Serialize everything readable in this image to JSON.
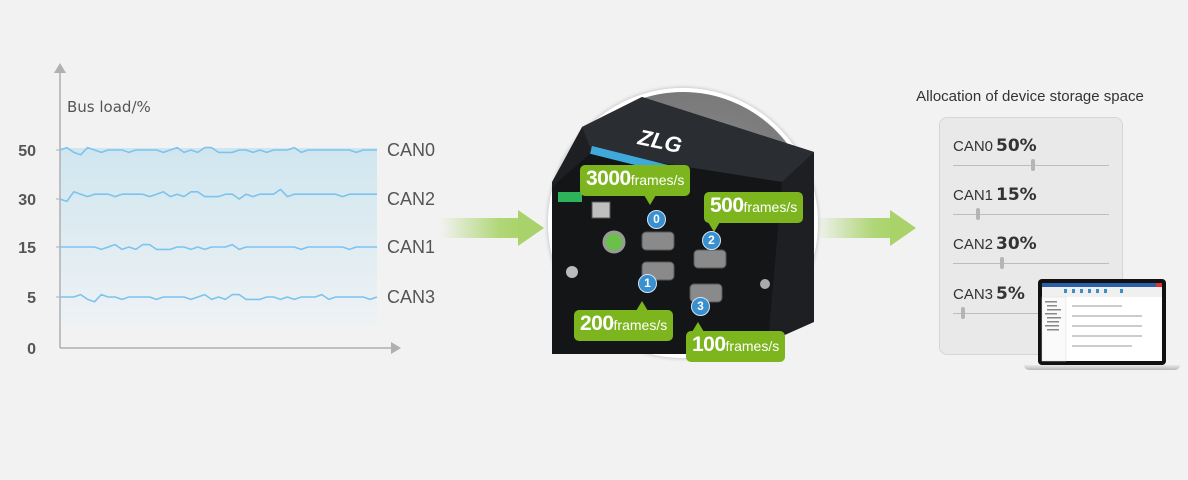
{
  "chart_data": {
    "type": "line",
    "title": "",
    "ylabel": "Bus load/%",
    "xlabel": "",
    "y_tick_labels": [
      "50",
      "30",
      "15",
      "5",
      "0"
    ],
    "ylim": [
      0,
      55
    ],
    "grid": false,
    "series": [
      {
        "name": "CAN0",
        "level": 50,
        "color": "#7cc3f0",
        "values": [
          50,
          51,
          49,
          48,
          51,
          50,
          49,
          50,
          50,
          50,
          49,
          50,
          50,
          50,
          50,
          49,
          50,
          51,
          49,
          50,
          49,
          51,
          51,
          49,
          49,
          49,
          50,
          50,
          49,
          50,
          49,
          50,
          50,
          50,
          51,
          49,
          50,
          50,
          50,
          50,
          50,
          50,
          50,
          49,
          50,
          50,
          50
        ]
      },
      {
        "name": "CAN2",
        "level": 30,
        "color": "#7cc3f0",
        "values": [
          30,
          29,
          33,
          32,
          31,
          32,
          32,
          32,
          31,
          32,
          32,
          32,
          32,
          31,
          32,
          33,
          31,
          32,
          31,
          33,
          33,
          31,
          31,
          31,
          32,
          32,
          30,
          32,
          31,
          32,
          32,
          32,
          34,
          31,
          32,
          32,
          32,
          32,
          32,
          32,
          32,
          31,
          32,
          32,
          32,
          32,
          32
        ]
      },
      {
        "name": "CAN1",
        "level": 15,
        "color": "#7cc3f0",
        "values": [
          15,
          15,
          15,
          15,
          15,
          15,
          14,
          15,
          16,
          14,
          15,
          14,
          16,
          16,
          14,
          14,
          14,
          15,
          15,
          14,
          15,
          14,
          15,
          15,
          15,
          16,
          14,
          15,
          15,
          15,
          15,
          15,
          15,
          15,
          15,
          14,
          15,
          15,
          15,
          15,
          15,
          15,
          14,
          15,
          15,
          15,
          15
        ]
      },
      {
        "name": "CAN3",
        "level": 5,
        "color": "#7cc3f0",
        "values": [
          5,
          5,
          5,
          6,
          4,
          3,
          6,
          5,
          5,
          4,
          5,
          5,
          5,
          5,
          4,
          5,
          5,
          5,
          5,
          4,
          5,
          6,
          4,
          5,
          4,
          6,
          6,
          4,
          4,
          4,
          5,
          5,
          4,
          5,
          4,
          5,
          5,
          5,
          6,
          4,
          5,
          5,
          5,
          5,
          5,
          4,
          5
        ]
      }
    ]
  },
  "device": {
    "brand": "ZLG",
    "ports": [
      {
        "id": "0",
        "rate_value": "3000",
        "rate_unit": "frames/s"
      },
      {
        "id": "1",
        "rate_value": "200",
        "rate_unit": "frames/s"
      },
      {
        "id": "2",
        "rate_value": "500",
        "rate_unit": "frames/s"
      },
      {
        "id": "3",
        "rate_value": "100",
        "rate_unit": "frames/s"
      }
    ]
  },
  "storage": {
    "title": "Allocation of device storage space",
    "channels": [
      {
        "name": "CAN0",
        "percent_label": "50%",
        "percent": 50
      },
      {
        "name": "CAN1",
        "percent_label": "15%",
        "percent": 15
      },
      {
        "name": "CAN2",
        "percent_label": "30%",
        "percent": 30
      },
      {
        "name": "CAN3",
        "percent_label": "5%",
        "percent": 5
      }
    ]
  },
  "colors": {
    "accent_green": "#7cb51e",
    "arrow_green": "#a9d36a",
    "line_blue": "#7cc3f0",
    "badge_blue": "#3a8fcf"
  }
}
